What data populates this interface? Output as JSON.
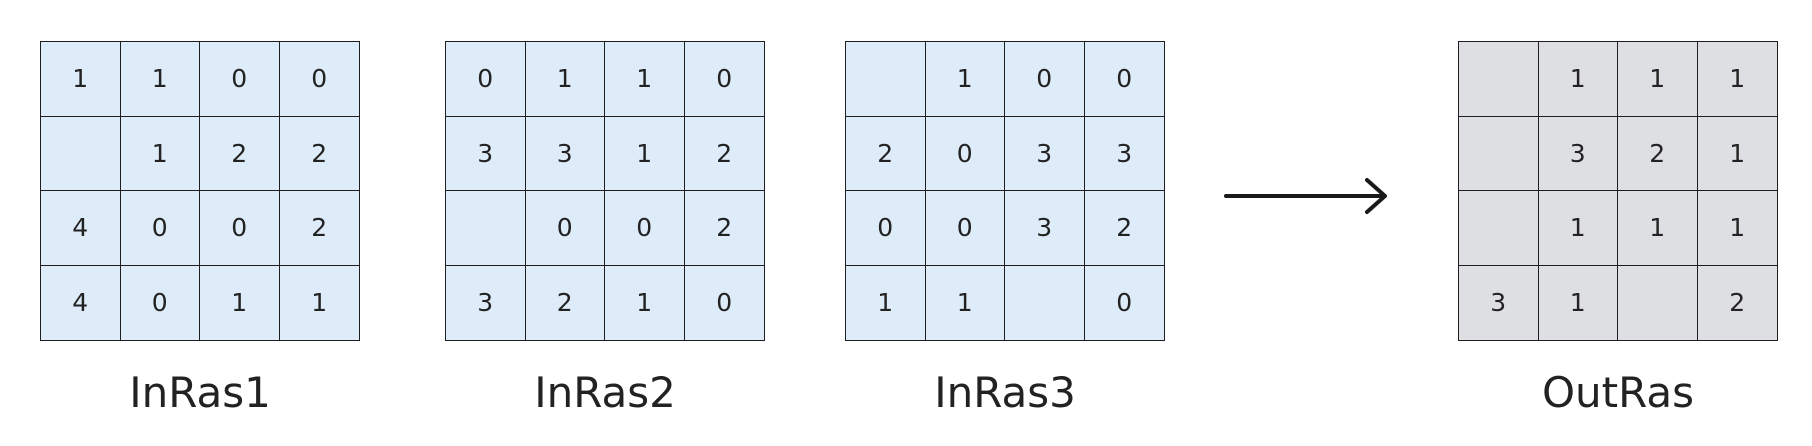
{
  "rasters": {
    "inras1": {
      "label": "InRas1",
      "cells": [
        [
          "1",
          "1",
          "0",
          "0"
        ],
        [
          "",
          "1",
          "2",
          "2"
        ],
        [
          "4",
          "0",
          "0",
          "2"
        ],
        [
          "4",
          "0",
          "1",
          "1"
        ]
      ]
    },
    "inras2": {
      "label": "InRas2",
      "cells": [
        [
          "0",
          "1",
          "1",
          "0"
        ],
        [
          "3",
          "3",
          "1",
          "2"
        ],
        [
          "",
          "0",
          "0",
          "2"
        ],
        [
          "3",
          "2",
          "1",
          "0"
        ]
      ]
    },
    "inras3": {
      "label": "InRas3",
      "cells": [
        [
          "",
          "1",
          "0",
          "0"
        ],
        [
          "2",
          "0",
          "3",
          "3"
        ],
        [
          "0",
          "0",
          "3",
          "2"
        ],
        [
          "1",
          "1",
          "",
          "0"
        ]
      ]
    },
    "outras": {
      "label": "OutRas",
      "cells": [
        [
          "",
          "1",
          "1",
          "1"
        ],
        [
          "",
          "3",
          "2",
          "1"
        ],
        [
          "",
          "1",
          "1",
          "1"
        ],
        [
          "3",
          "1",
          "",
          "2"
        ]
      ]
    }
  },
  "colors": {
    "input_fill": "#deebf9",
    "output_fill": "#dedfe3",
    "grid_line": "#1f1f1f"
  },
  "icons": {
    "arrow": "right-arrow-icon"
  }
}
